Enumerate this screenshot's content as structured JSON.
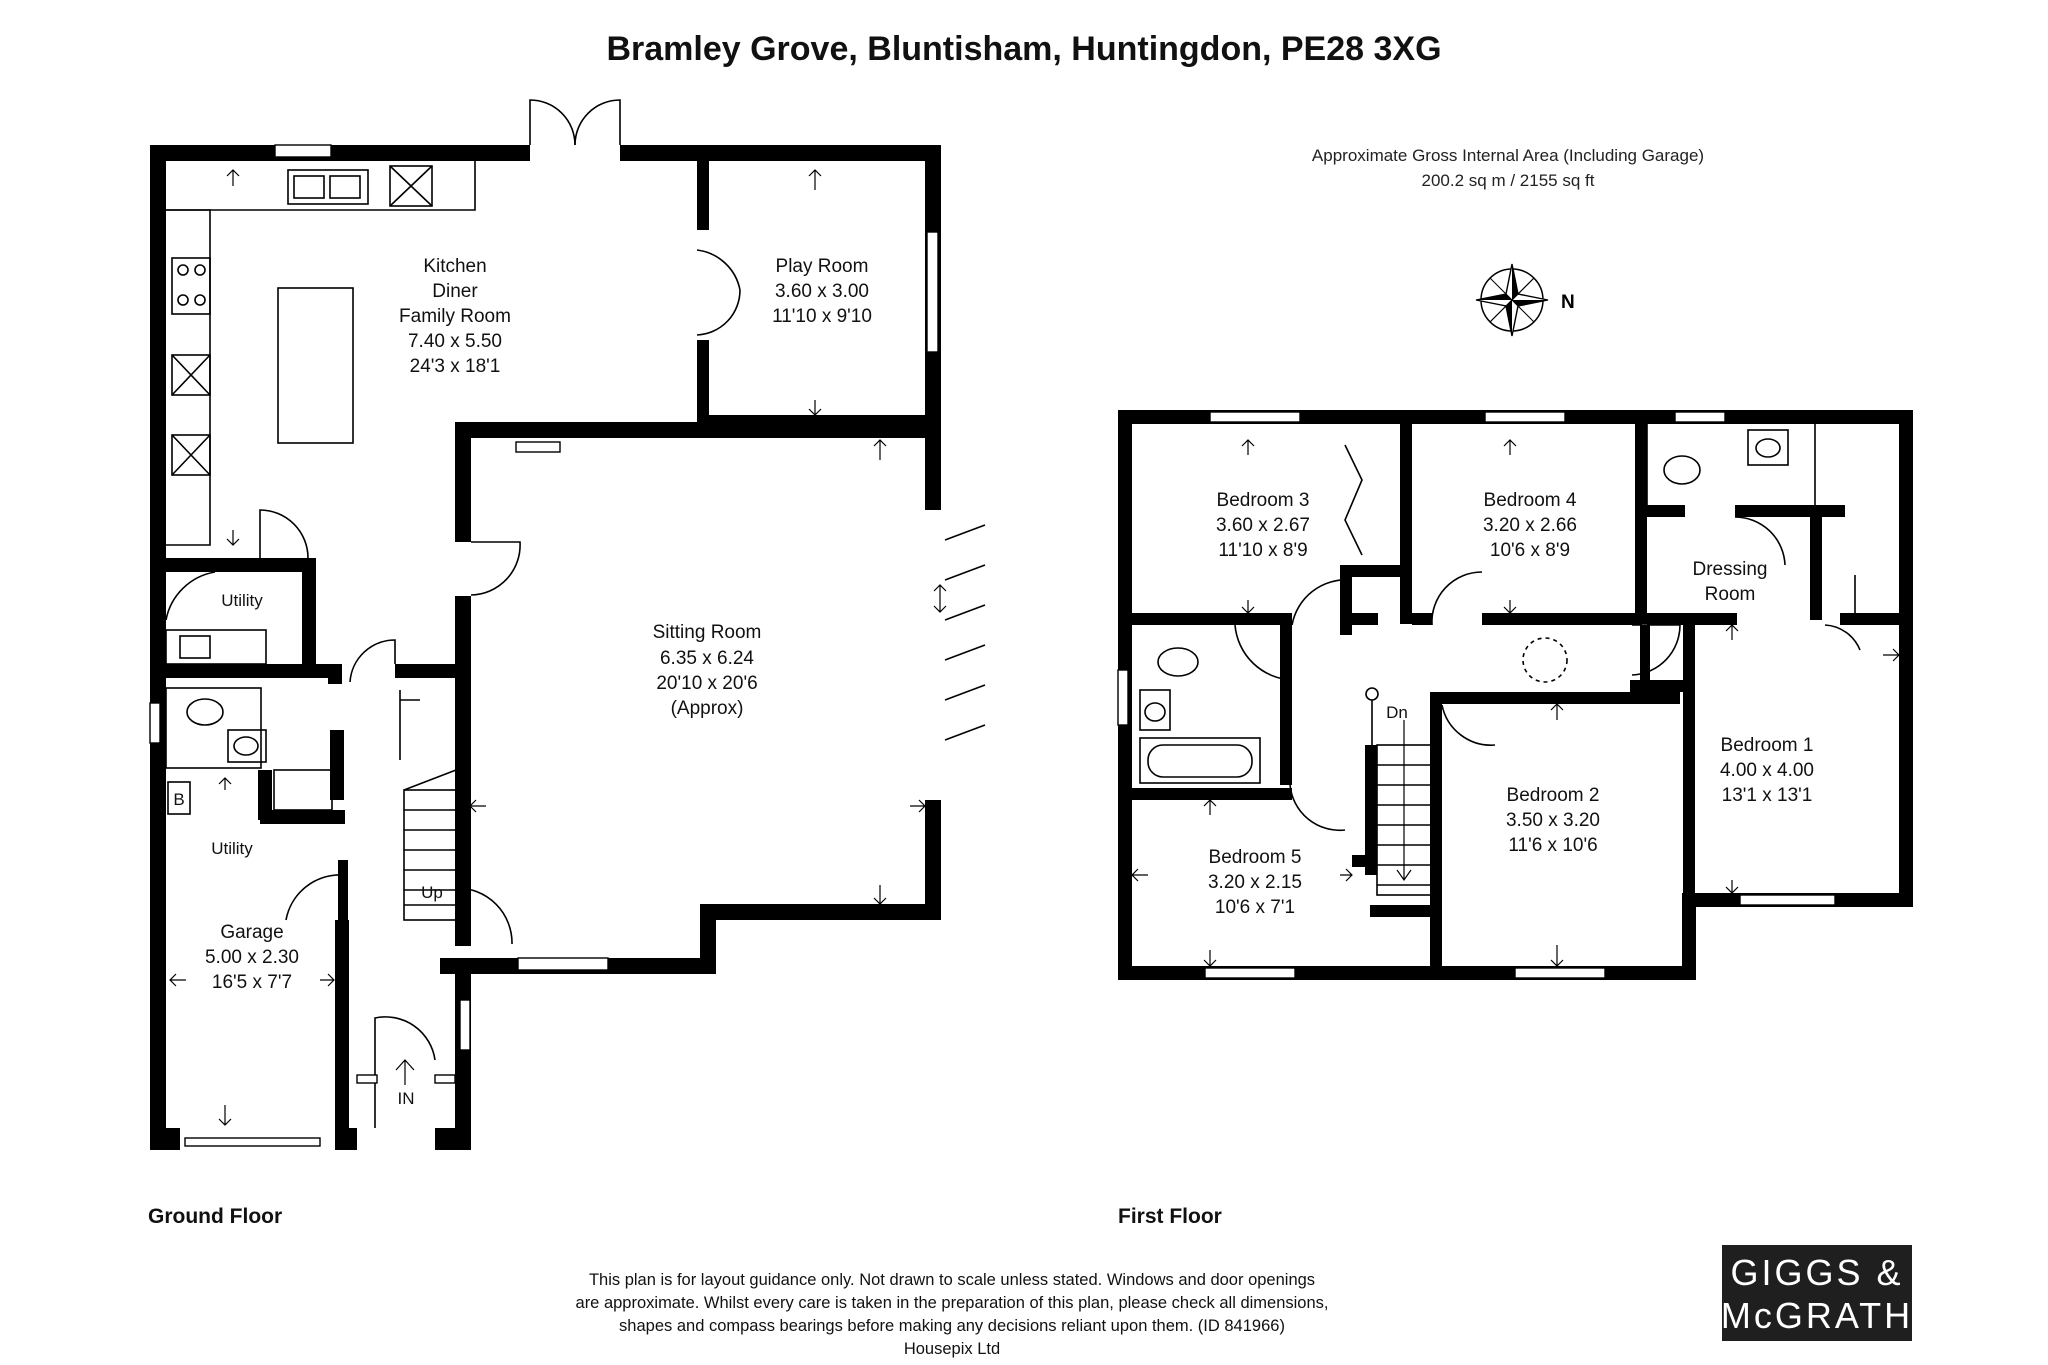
{
  "title": "Bramley Grove, Bluntisham, Huntingdon, PE28 3XG",
  "area": {
    "line1": "Approximate Gross Internal Area (Including Garage)",
    "line2": "200.2 sq m / 2155 sq ft"
  },
  "compass": {
    "label": "N"
  },
  "floors": {
    "ground": "Ground Floor",
    "first": "First Floor"
  },
  "rooms": {
    "kitchen": [
      "Kitchen",
      "Diner",
      "Family Room",
      "7.40 x 5.50",
      "24'3 x 18'1"
    ],
    "play": [
      "Play Room",
      "3.60 x 3.00",
      "11'10 x 9'10"
    ],
    "sitting": [
      "Sitting Room",
      "6.35 x 6.24",
      "20'10 x 20'6",
      "(Approx)"
    ],
    "utility1": "Utility",
    "utility2": "Utility",
    "boiler": "B",
    "garage": [
      "Garage",
      "5.00 x 2.30",
      "16'5 x 7'7"
    ],
    "stairs_up": "Up",
    "entrance": "IN",
    "bed3": [
      "Bedroom 3",
      "3.60 x 2.67",
      "11'10 x 8'9"
    ],
    "bed4": [
      "Bedroom 4",
      "3.20 x 2.66",
      "10'6 x 8'9"
    ],
    "dressing": [
      "Dressing",
      "Room"
    ],
    "bed1": [
      "Bedroom 1",
      "4.00 x 4.00",
      "13'1 x 13'1"
    ],
    "bed2": [
      "Bedroom 2",
      "3.50 x 3.20",
      "11'6 x 10'6"
    ],
    "bed5": [
      "Bedroom 5",
      "3.20 x 2.15",
      "10'6 x 7'1"
    ],
    "stairs_down": "Dn"
  },
  "disclaimer": [
    "This plan is for layout guidance only. Not drawn to scale unless stated. Windows and door openings",
    "are approximate. Whilst every care is taken in the preparation of this plan, please check all dimensions,",
    "shapes and compass bearings before making any decisions reliant upon them. (ID 841966)",
    "Housepix Ltd"
  ],
  "logo": {
    "line1": "GIGGS &",
    "line2": "McGRATH",
    "bg": "#1f1f1f"
  },
  "colors": {
    "wall": "#000000",
    "background": "#ffffff"
  }
}
